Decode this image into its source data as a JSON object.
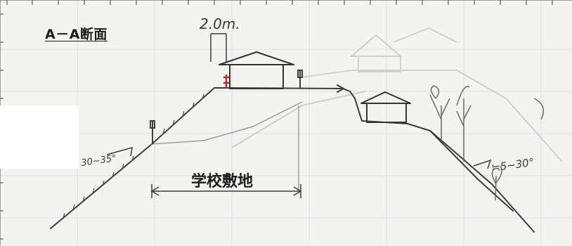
{
  "title": "A－A断面",
  "annotations": {
    "width_note": "2.0m.",
    "left_slope": "30~35°",
    "right_slope": "≒5~30°",
    "site_label": "学校敷地"
  },
  "colors": {
    "paper": "#f3f3f1",
    "grid": "#d8dde2",
    "pencil": "#3c3c3c",
    "faint_pencil": "#c9c9c9",
    "red_mark": "#b03030"
  }
}
